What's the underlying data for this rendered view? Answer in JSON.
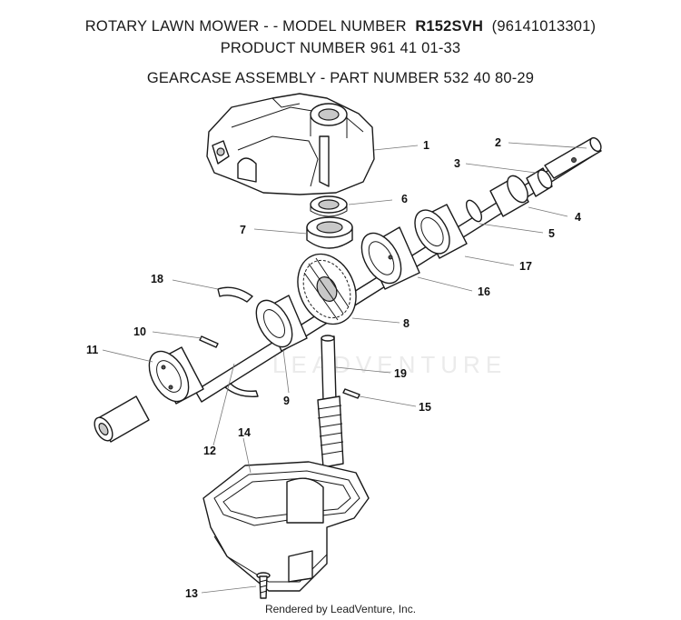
{
  "header": {
    "line1_prefix": "ROTARY LAWN MOWER - - MODEL NUMBER",
    "line1_model": "R152SVH",
    "line1_suffix": "(96141013301)",
    "line2": "PRODUCT NUMBER 961 41 01-33",
    "line3": "GEARCASE ASSEMBLY - PART NUMBER 532 40 80-29"
  },
  "watermark": "LEADVENTURE",
  "callouts": {
    "c1": "1",
    "c2": "2",
    "c3": "3",
    "c4": "4",
    "c5": "5",
    "c6": "6",
    "c7": "7",
    "c8": "8",
    "c9": "9",
    "c10": "10",
    "c11": "11",
    "c12": "12",
    "c13": "13",
    "c14": "14",
    "c15": "15",
    "c16": "16",
    "c17": "17",
    "c18": "18",
    "c19": "19"
  },
  "footer": {
    "credit": "Rendered by LeadVenture, Inc."
  }
}
